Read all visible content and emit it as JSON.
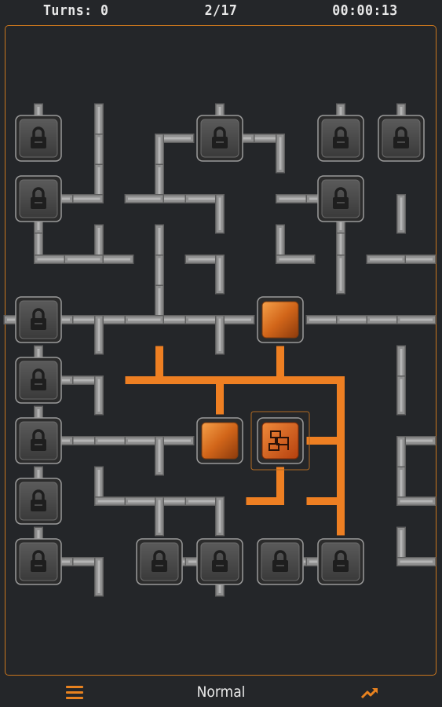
{
  "hud": {
    "turns": "Turns: 0",
    "level": "2/17",
    "timer": "00:00:13"
  },
  "footer": {
    "menu_icon": "hamburger-menu-icon",
    "mode": "Normal",
    "stats_icon": "trending-up-icon"
  },
  "colors": {
    "background": "#242629",
    "border": "#c9761e",
    "pipe": "#8f8f8f",
    "pipe_active": "#ee7f22",
    "lock_tile": "#4a4a4a",
    "accent": "#e8821f"
  },
  "tiles": [
    {
      "type": "lock",
      "col": 0,
      "row": 0,
      "caps": [
        "N"
      ]
    },
    {
      "type": "lock",
      "col": 3,
      "row": 0,
      "caps": [
        "N",
        "E"
      ]
    },
    {
      "type": "lock",
      "col": 5,
      "row": 0,
      "caps": [
        "N"
      ]
    },
    {
      "type": "lock",
      "col": 6,
      "row": 0,
      "caps": [
        "N"
      ]
    },
    {
      "type": "lock",
      "col": 0,
      "row": 1,
      "caps": [
        "E",
        "S"
      ]
    },
    {
      "type": "lock",
      "col": 5,
      "row": 1,
      "caps": [
        "W",
        "S"
      ]
    },
    {
      "type": "lock",
      "col": 0,
      "row": 3,
      "caps": [
        "W",
        "E"
      ]
    },
    {
      "type": "lock",
      "col": 0,
      "row": 4,
      "caps": [
        "N",
        "E"
      ]
    },
    {
      "type": "lock",
      "col": 0,
      "row": 5,
      "caps": [
        "N",
        "E"
      ]
    },
    {
      "type": "lock",
      "col": 0,
      "row": 6,
      "caps": [
        "N"
      ]
    },
    {
      "type": "lock",
      "col": 0,
      "row": 7,
      "caps": [
        "N",
        "E"
      ]
    },
    {
      "type": "lock",
      "col": 2,
      "row": 7,
      "caps": [
        "E"
      ]
    },
    {
      "type": "lock",
      "col": 3,
      "row": 7,
      "caps": [
        "W",
        "S"
      ]
    },
    {
      "type": "lock",
      "col": 4,
      "row": 7,
      "caps": [
        "E"
      ]
    },
    {
      "type": "lock",
      "col": 5,
      "row": 7,
      "caps": [
        "W"
      ]
    },
    {
      "type": "node",
      "col": 4,
      "row": 3
    },
    {
      "type": "node",
      "col": 3,
      "row": 5
    },
    {
      "type": "source",
      "col": 4,
      "row": 5
    }
  ],
  "pipes": [
    {
      "col": 1,
      "row": 0,
      "dirs": [
        "N",
        "S"
      ]
    },
    {
      "col": 1,
      "row": 1,
      "dirs": [
        "N",
        "W"
      ]
    },
    {
      "col": 2,
      "row": 0,
      "dirs": [
        "E",
        "S"
      ]
    },
    {
      "col": 2,
      "row": 1,
      "dirs": [
        "N",
        "E",
        "W"
      ]
    },
    {
      "col": 3,
      "row": 1,
      "dirs": [
        "W",
        "S"
      ]
    },
    {
      "col": 4,
      "row": 0,
      "dirs": [
        "W",
        "S"
      ]
    },
    {
      "col": 4,
      "row": 1,
      "dirs": [
        "E"
      ]
    },
    {
      "col": 6,
      "row": 1,
      "dirs": [
        "S"
      ]
    },
    {
      "col": 0,
      "row": 2,
      "dirs": [
        "N",
        "E"
      ]
    },
    {
      "col": 1,
      "row": 2,
      "dirs": [
        "N",
        "E",
        "W"
      ]
    },
    {
      "col": 2,
      "row": 2,
      "dirs": [
        "N",
        "S"
      ]
    },
    {
      "col": 3,
      "row": 2,
      "dirs": [
        "W",
        "S"
      ]
    },
    {
      "col": 4,
      "row": 2,
      "dirs": [
        "N",
        "E"
      ]
    },
    {
      "col": 5,
      "row": 2,
      "dirs": [
        "N",
        "S"
      ]
    },
    {
      "col": 6,
      "row": 2,
      "dirs": [
        "E",
        "W"
      ]
    },
    {
      "col": 1,
      "row": 3,
      "dirs": [
        "W",
        "E",
        "S"
      ]
    },
    {
      "col": 2,
      "row": 3,
      "dirs": [
        "N",
        "E",
        "W"
      ]
    },
    {
      "col": 3,
      "row": 3,
      "dirs": [
        "W",
        "E",
        "S"
      ]
    },
    {
      "col": 5,
      "row": 3,
      "dirs": [
        "W",
        "E"
      ]
    },
    {
      "col": 6,
      "row": 3,
      "dirs": [
        "W",
        "E"
      ]
    },
    {
      "col": 1,
      "row": 4,
      "dirs": [
        "W",
        "S"
      ]
    },
    {
      "col": 2,
      "row": 4,
      "dirs": [
        "N",
        "E",
        "W"
      ],
      "active": true
    },
    {
      "col": 3,
      "row": 4,
      "dirs": [
        "W",
        "E",
        "S"
      ],
      "active": true
    },
    {
      "col": 4,
      "row": 4,
      "dirs": [
        "N",
        "W",
        "E"
      ],
      "active": true
    },
    {
      "col": 5,
      "row": 4,
      "dirs": [
        "W",
        "S"
      ],
      "active": true
    },
    {
      "col": 6,
      "row": 4,
      "dirs": [
        "N",
        "S"
      ]
    },
    {
      "col": 1,
      "row": 5,
      "dirs": [
        "W",
        "E"
      ]
    },
    {
      "col": 2,
      "row": 5,
      "dirs": [
        "W",
        "E",
        "S"
      ]
    },
    {
      "col": 5,
      "row": 5,
      "dirs": [
        "N",
        "S",
        "W"
      ],
      "active": true
    },
    {
      "col": 6,
      "row": 5,
      "dirs": [
        "E",
        "S"
      ]
    },
    {
      "col": 1,
      "row": 6,
      "dirs": [
        "N",
        "E"
      ]
    },
    {
      "col": 2,
      "row": 6,
      "dirs": [
        "W",
        "E",
        "S"
      ]
    },
    {
      "col": 3,
      "row": 6,
      "dirs": [
        "W",
        "S"
      ]
    },
    {
      "col": 4,
      "row": 6,
      "dirs": [
        "N",
        "W"
      ],
      "active": true
    },
    {
      "col": 5,
      "row": 6,
      "dirs": [
        "N",
        "W",
        "S"
      ],
      "active": true
    },
    {
      "col": 6,
      "row": 6,
      "dirs": [
        "N",
        "E"
      ]
    },
    {
      "col": 1,
      "row": 7,
      "dirs": [
        "W",
        "S"
      ]
    },
    {
      "col": 6,
      "row": 7,
      "dirs": [
        "N",
        "E"
      ]
    }
  ]
}
